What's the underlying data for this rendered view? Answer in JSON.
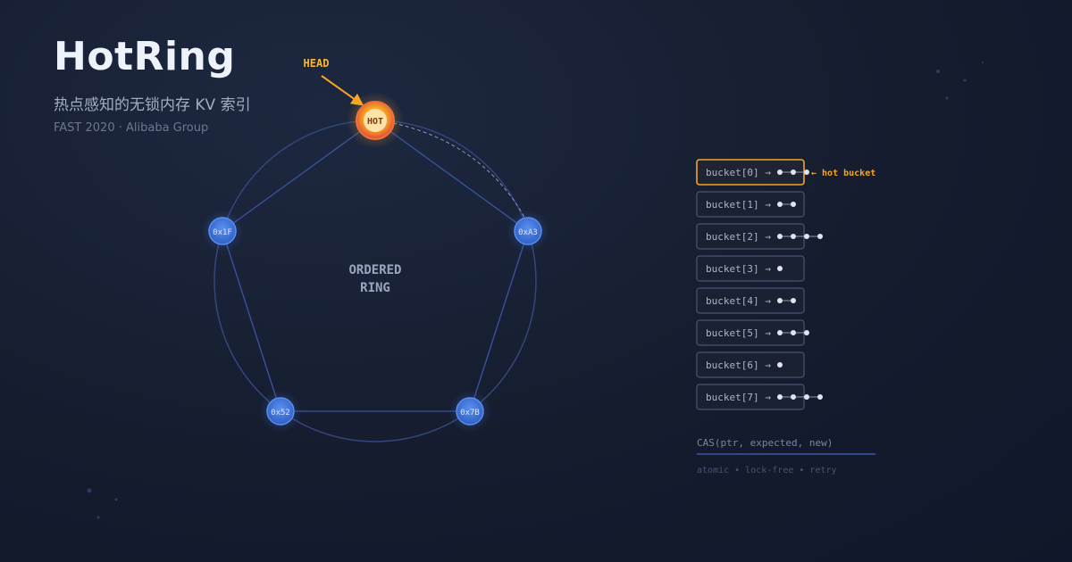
{
  "header": {
    "title": "HotRing",
    "subtitle": "热点感知的无锁内存 KV 索引",
    "meta": "FAST 2020 · Alibaba Group"
  },
  "ring": {
    "center_label_line1": "ORDERED",
    "center_label_line2": "RING",
    "head_label": "HEAD",
    "hot_node_label": "HOT",
    "nodes": [
      {
        "label": "0xA3"
      },
      {
        "label": "0x7B"
      },
      {
        "label": "0x52"
      },
      {
        "label": "0x1F"
      }
    ]
  },
  "buckets": [
    {
      "label": "bucket[0] →",
      "dots": 3,
      "hot": true
    },
    {
      "label": "bucket[1] →",
      "dots": 2,
      "hot": false
    },
    {
      "label": "bucket[2] →",
      "dots": 4,
      "hot": false
    },
    {
      "label": "bucket[3] →",
      "dots": 1,
      "hot": false
    },
    {
      "label": "bucket[4] →",
      "dots": 2,
      "hot": false
    },
    {
      "label": "bucket[5] →",
      "dots": 3,
      "hot": false
    },
    {
      "label": "bucket[6] →",
      "dots": 1,
      "hot": false
    },
    {
      "label": "bucket[7] →",
      "dots": 4,
      "hot": false
    }
  ],
  "hot_bucket_label": "← hot bucket",
  "cas": {
    "signature": "CAS(ptr, expected, new)",
    "caption": "atomic • lock-free • retry"
  },
  "colors": {
    "accent_hot": "#f5a623",
    "node_blue": "#3f78e0",
    "ring_line": "#3a4f8c"
  }
}
